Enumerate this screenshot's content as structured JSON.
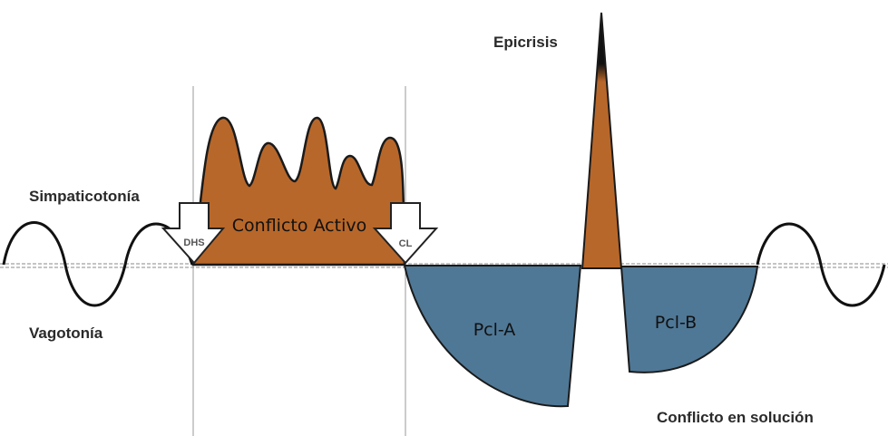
{
  "labels": {
    "sympathicotonia": "Simpaticotonía",
    "vagotonia": "Vagotonía",
    "active_conflict": "Conflicto Activo",
    "epicrisis": "Epicrisis",
    "pcl_a": "Pcl-A",
    "pcl_b": "Pcl-B",
    "conflict_resolution": "Conflicto en solución",
    "dhs": "DHS",
    "cl": "CL"
  },
  "colors": {
    "active_phase": "#b8672a",
    "healing_phase": "#4f7896",
    "outline": "#1a1a1a"
  }
}
